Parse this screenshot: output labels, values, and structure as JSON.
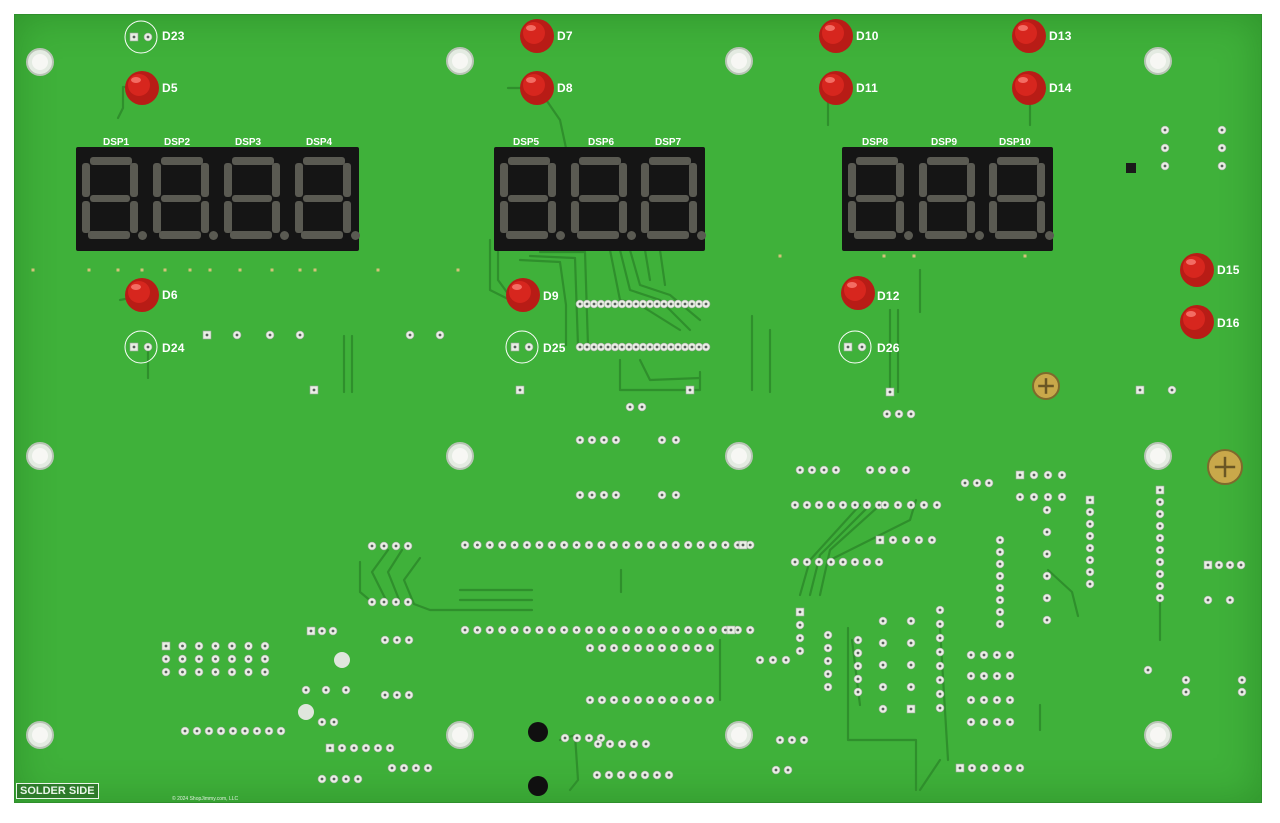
{
  "board": {
    "side_label": "SOLDER SIDE",
    "copyright": "© 2024 ShopJimmy.com, LLC",
    "colors": {
      "pcb": "#3fb13a",
      "led": "#d7261e",
      "display": "#151515",
      "pad": "#e9eee4",
      "trace": "#2f8f2c"
    }
  },
  "leds": [
    "D5",
    "D6",
    "D7",
    "D8",
    "D9",
    "D10",
    "D11",
    "D12",
    "D13",
    "D14",
    "D15",
    "D16"
  ],
  "ring_pads": [
    "D23",
    "D24",
    "D25",
    "D26"
  ],
  "displays": [
    {
      "labels": [
        "DSP1",
        "DSP2",
        "DSP3",
        "DSP4"
      ]
    },
    {
      "labels": [
        "DSP5",
        "DSP6",
        "DSP7"
      ]
    },
    {
      "labels": [
        "DSP8",
        "DSP9",
        "DSP10"
      ]
    }
  ]
}
